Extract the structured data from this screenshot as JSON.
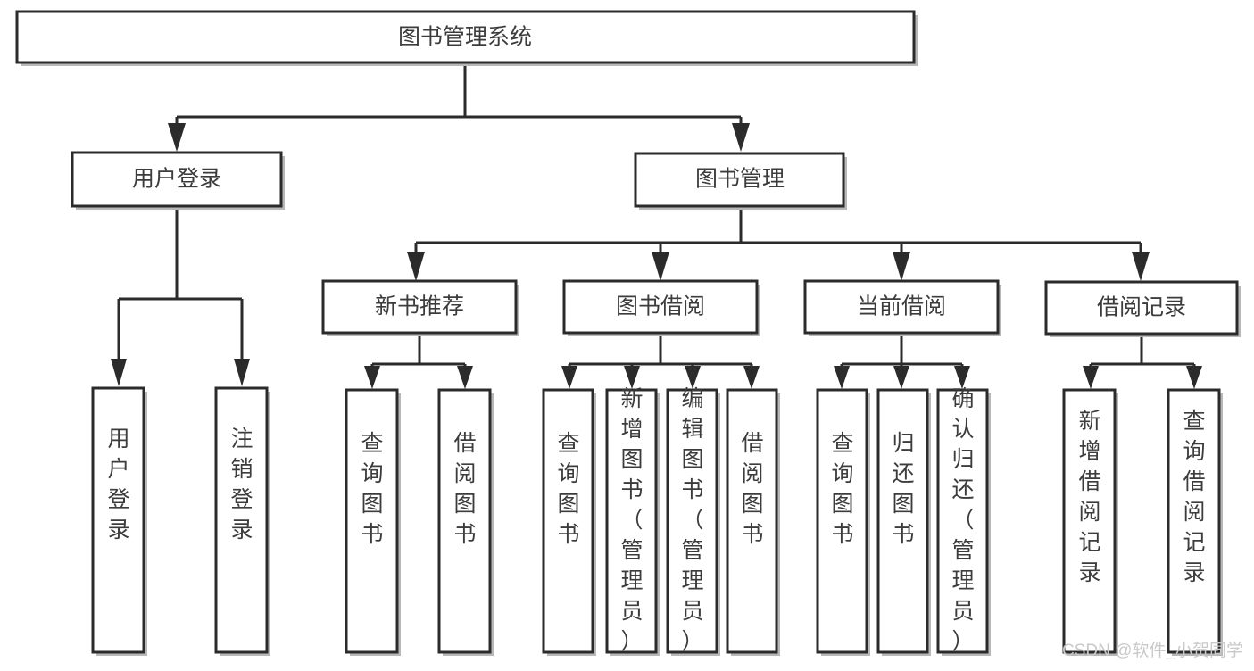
{
  "diagram": {
    "type": "tree",
    "title": "图书管理系统",
    "orientation": "top-down",
    "colors": {
      "box_fill": "#ffffff",
      "box_stroke": "#2b2b2b",
      "text": "#3c3c3c",
      "watermark": "#c9c9c9"
    },
    "levels": {
      "level1": {
        "root": {
          "label": "图书管理系统"
        }
      },
      "level2": [
        {
          "label": "用户登录"
        },
        {
          "label": "图书管理"
        }
      ],
      "level3": [
        {
          "label": "新书推荐"
        },
        {
          "label": "图书借阅"
        },
        {
          "label": "当前借阅"
        },
        {
          "label": "借阅记录"
        }
      ],
      "level4": {
        "user_login_children": [
          {
            "label": "用户登录"
          },
          {
            "label": "注销登录"
          }
        ],
        "new_book_children": [
          {
            "label": "查询图书"
          },
          {
            "label": "借阅图书"
          }
        ],
        "book_borrow_children": [
          {
            "label": "查询图书"
          },
          {
            "label": "新增图书（管理员）"
          },
          {
            "label": "编辑图书（管理员）"
          },
          {
            "label": "借阅图书"
          }
        ],
        "current_borrow_children": [
          {
            "label": "查询图书"
          },
          {
            "label": "归还图书"
          },
          {
            "label": "确认归还（管理员）"
          }
        ],
        "borrow_record_children": [
          {
            "label": "新增借阅记录"
          },
          {
            "label": "查询借阅记录"
          }
        ]
      }
    }
  },
  "watermark": {
    "text": "CSDN @软件_小贺同学"
  }
}
